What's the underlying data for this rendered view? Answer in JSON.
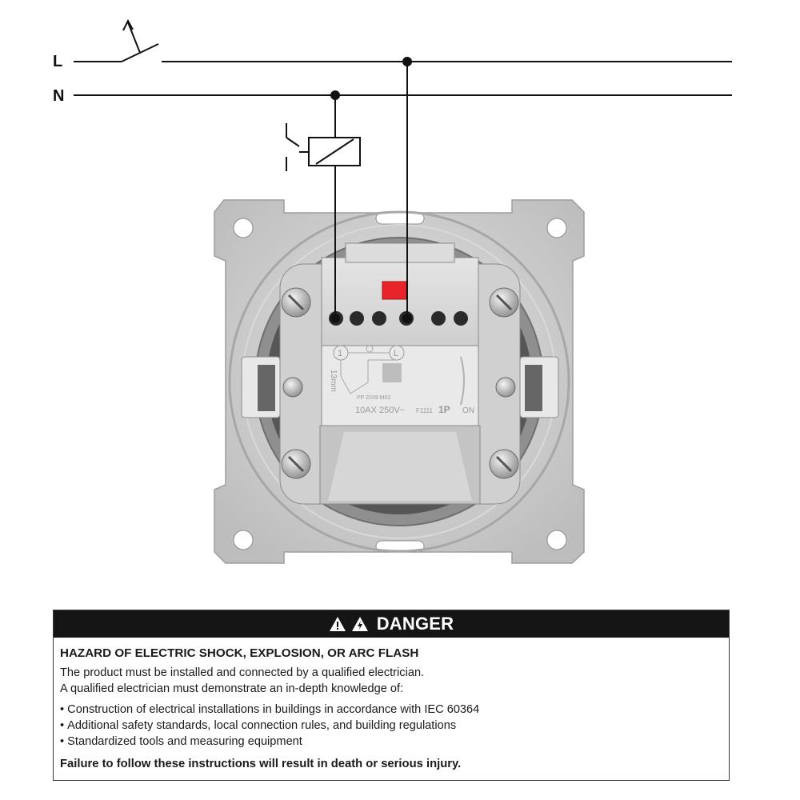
{
  "wires": {
    "live_label": "L",
    "neutral_label": "N"
  },
  "device": {
    "terminal_left": "1",
    "terminal_right": "L",
    "strip_length": "13mm",
    "model_code": "PP 2039 M03",
    "rating": "10AX 250V~",
    "reference": "F1111",
    "poles": "1P",
    "on_label": "ON"
  },
  "warning": {
    "level": "DANGER",
    "title": "HAZARD OF ELECTRIC SHOCK, EXPLOSION, OR ARC FLASH",
    "lines": [
      "The product must be installed and connected by a qualified electrician.",
      "A qualified electrician must demonstrate an in-depth knowledge of:"
    ],
    "bullets": [
      "Construction of electrical installations in buildings in accordance with IEC 60364",
      "Additional safety standards, local connection rules, and building regulations",
      "Standardized tools and measuring equipment"
    ],
    "footer": "Failure to follow these instructions will result in death or serious injury."
  },
  "colors": {
    "accent_red": "#e8232a",
    "header_bg": "#151515",
    "metal": "#c9c9c9"
  }
}
